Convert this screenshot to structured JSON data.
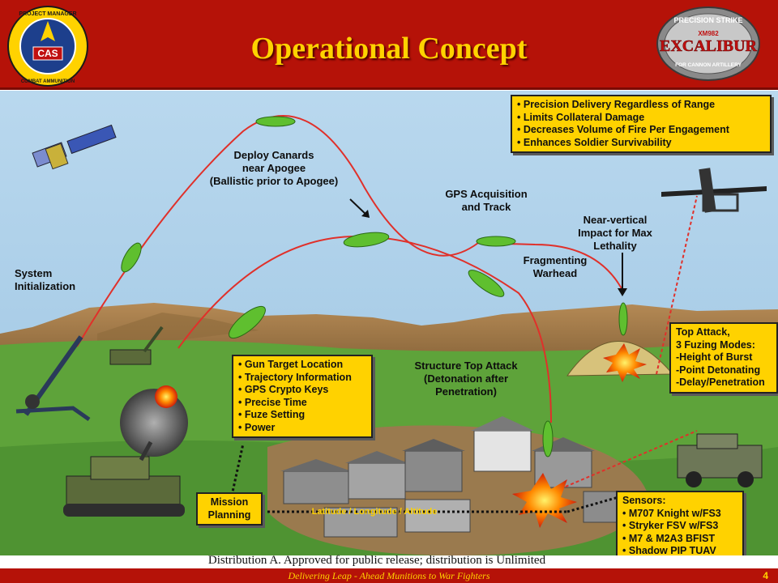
{
  "header": {
    "title": "Operational Concept",
    "logo_left_text": "PROJECT MANAGER COMBAT AMMUNITION SYSTEMS PRECISION CAS",
    "logo_right_text": "PRECISION STRIKE XM982 EXCALIBUR FOR CANNON ARTILLERY"
  },
  "labels": {
    "system_init": [
      "System",
      "Initialization"
    ],
    "deploy_canards": [
      "Deploy Canards",
      "near Apogee",
      "(Ballistic prior to Apogee)"
    ],
    "gps_acq": [
      "GPS Acquisition",
      "and Track"
    ],
    "near_vertical": [
      "Near-vertical",
      "Impact for Max",
      "Lethality"
    ],
    "fragmenting": [
      "Fragmenting",
      "Warhead"
    ],
    "structure_attack": [
      "Structure Top Attack",
      "(Detonation after",
      "Penetration)"
    ],
    "lat_long": "Latitude / Longitude / Altitude"
  },
  "benefits_box": [
    "Precision Delivery Regardless of Range",
    "Limits Collateral Damage",
    "Decreases Volume of Fire Per Engagement",
    "Enhances Soldier Survivability"
  ],
  "gun_box": [
    "Gun Target Location",
    "Trajectory Information",
    "GPS Crypto Keys",
    "Precise Time",
    "Fuze Setting",
    "Power"
  ],
  "mission_box": [
    "Mission",
    "Planning"
  ],
  "top_attack_box": [
    "Top Attack,",
    "3 Fuzing Modes:",
    "-Height of Burst",
    "-Point Detonating",
    "-Delay/Penetration"
  ],
  "sensors_box": {
    "heading": "Sensors:",
    "items": [
      "M707 Knight w/FS3",
      "Stryker FSV w/FS3",
      "M7 & M2A3 BFIST",
      "Shadow PIP TUAV"
    ]
  },
  "distribution": "Distribution A. Approved for public release; distribution is Unlimited",
  "footer": {
    "tagline": "Delivering Leap - Ahead Munitions to War Fighters",
    "page": "4"
  },
  "colors": {
    "header_red": "#b51208",
    "title_yellow": "#ffd200",
    "box_yellow": "#ffd200",
    "trajectory_red": "#e0302a",
    "sky": "#a9cce6",
    "grass": "#5ea33a"
  }
}
